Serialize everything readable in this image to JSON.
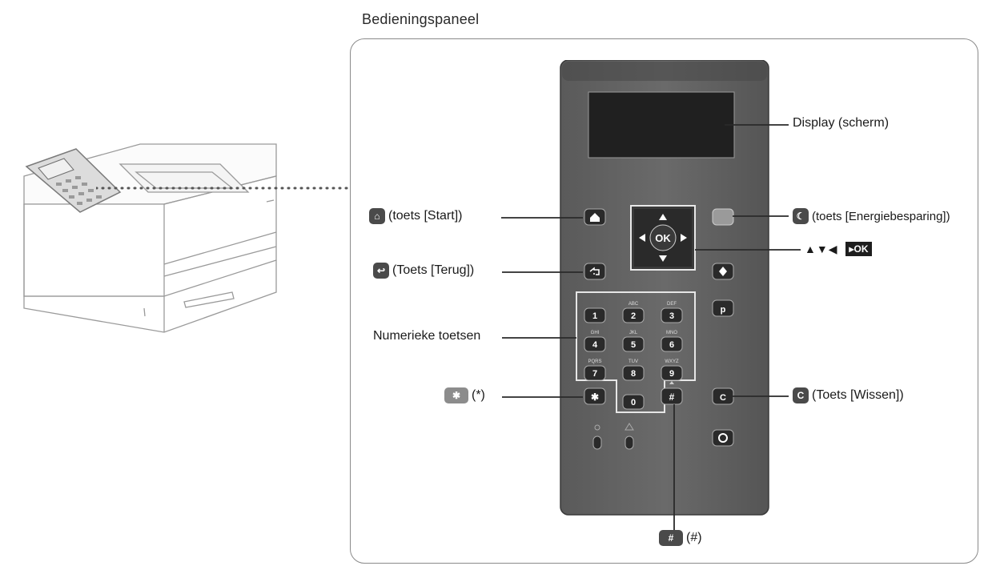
{
  "title": "Bedieningspaneel",
  "labels": {
    "display": "Display (scherm)",
    "start": "(toets [Start])",
    "energy": "(toets [Energiebesparing])",
    "back": "(Toets [Terug])",
    "arrows": "▲▼◀",
    "numeric": "Numerieke toetsen",
    "asterisk": "(*)",
    "clear": "(Toets [Wissen])",
    "hash": "(#)"
  },
  "panel": {
    "ok_label": "OK",
    "clear_key": "C",
    "keys": [
      {
        "num": "1",
        "letters": ""
      },
      {
        "num": "2",
        "letters": "ABC"
      },
      {
        "num": "3",
        "letters": "DEF"
      },
      {
        "num": "4",
        "letters": "GHI"
      },
      {
        "num": "5",
        "letters": "JKL"
      },
      {
        "num": "6",
        "letters": "MNO"
      },
      {
        "num": "7",
        "letters": "PQRS"
      },
      {
        "num": "8",
        "letters": "TUV"
      },
      {
        "num": "9",
        "letters": "WXYZ"
      },
      {
        "num": "0",
        "letters": ""
      }
    ],
    "star_key": "✱",
    "hash_key": "#"
  },
  "icons": [
    "home-icon",
    "moon-icon",
    "back-icon",
    "ok-icon",
    "star-icon",
    "hash-icon",
    "clear-icon",
    "printer-illustration"
  ]
}
